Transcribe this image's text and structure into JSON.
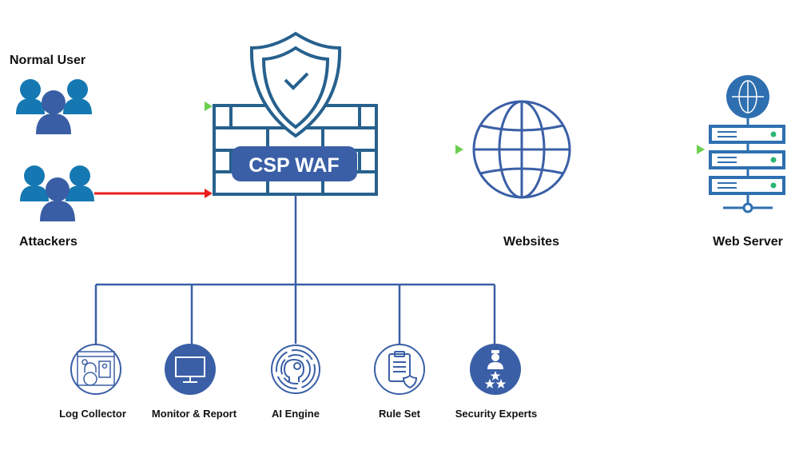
{
  "sources": {
    "normal_user": "Normal User",
    "attackers": "Attackers"
  },
  "waf": {
    "label": "CSP WAF"
  },
  "websites": {
    "label": "Websites"
  },
  "web_server": {
    "label": "Web Server"
  },
  "components": [
    {
      "label": "Log Collector",
      "icon": "log-collector-icon"
    },
    {
      "label": "Monitor & Report",
      "icon": "monitor-icon"
    },
    {
      "label": "AI Engine",
      "icon": "ai-head-icon"
    },
    {
      "label": "Rule Set",
      "icon": "clipboard-shield-icon"
    },
    {
      "label": "Security Experts",
      "icon": "expert-stars-icon"
    }
  ],
  "colors": {
    "primary_blue": "#3a5fa6",
    "dark_blue": "#27618e",
    "user_blue": "#1578b2",
    "allowed_arrow": "#6ccf4f",
    "blocked_arrow": "#ee1c1c"
  }
}
